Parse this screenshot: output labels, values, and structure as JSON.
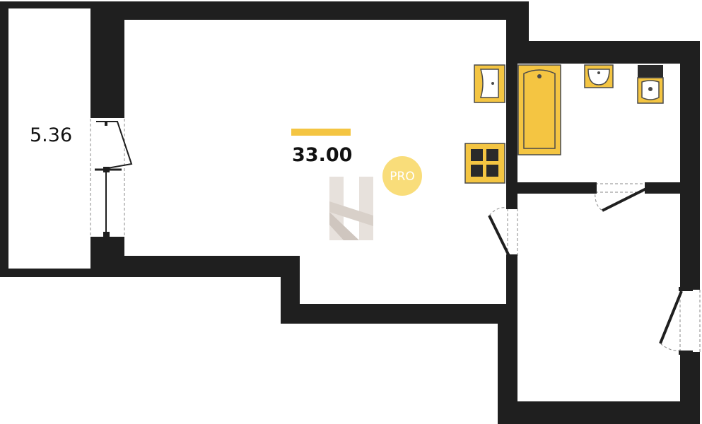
{
  "rooms": {
    "main_area": "33.00",
    "balcony_area": "5.36"
  },
  "badge": {
    "label": "PRO"
  },
  "colors": {
    "wall": "#1f1f1f",
    "fixture": "#f4c542",
    "accent_bar": "#f4c542",
    "badge_bg": "#f9dd7a",
    "logo": "#e7e1dc"
  },
  "icons": [
    "logo-icon",
    "bathtub-icon",
    "sink-icon",
    "toilet-icon",
    "stove-icon",
    "kitchen-sink-icon"
  ]
}
